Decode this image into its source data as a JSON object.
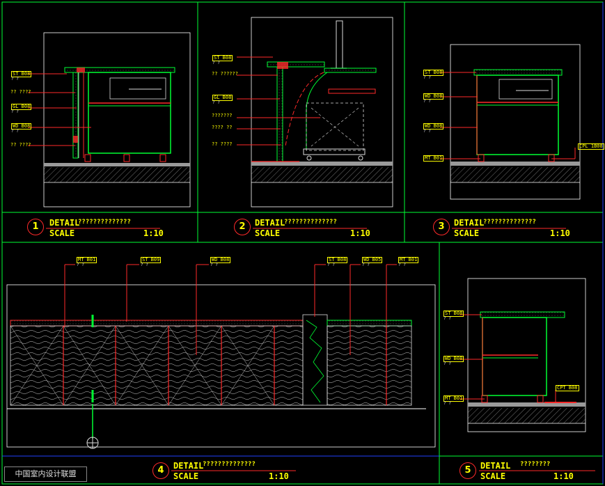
{
  "details": [
    {
      "number": "1",
      "label": "DETAIL",
      "title": "??????????????",
      "scale_label": "SCALE",
      "scale": "1:10"
    },
    {
      "number": "2",
      "label": "DETAIL",
      "title": "??????????????",
      "scale_label": "SCALE",
      "scale": "1:10"
    },
    {
      "number": "3",
      "label": "DETAIL",
      "title": "??????????????",
      "scale_label": "SCALE",
      "scale": "1:10"
    },
    {
      "number": "4",
      "label": "DETAIL",
      "title": "??????????????",
      "scale_label": "SCALE",
      "scale": "1:10"
    },
    {
      "number": "5",
      "label": "DETAIL",
      "title": "????????",
      "scale_label": "SCALE",
      "scale": "1:10"
    }
  ],
  "callouts": {
    "d1": [
      "ST B08",
      "?? ????",
      "GL B08",
      "WD B08",
      "?? ????"
    ],
    "d2": [
      "ST B08",
      "?? ??????",
      "GL B08",
      "???????",
      "???? ??",
      "?? ????"
    ],
    "d3": [
      "ST B08",
      "WD B08",
      "WD B08",
      "MT B01"
    ],
    "d3_right": "CPL 1B08",
    "d4": [
      "MT B01",
      "ST B09",
      "WD B08",
      "ST B08",
      "WD B05",
      "MT B01"
    ],
    "d5": [
      "ST B08",
      "WD B08",
      "MT B01"
    ],
    "d5_right": "CPT B08"
  },
  "callout_sub": "? ?",
  "watermark": "中国室内设计联盟",
  "colors": {
    "line": "#00ff33",
    "section": "#ff2a2a",
    "text": "#ffff00",
    "frame": "#ffffff",
    "grid_blue": "#2040ff"
  }
}
